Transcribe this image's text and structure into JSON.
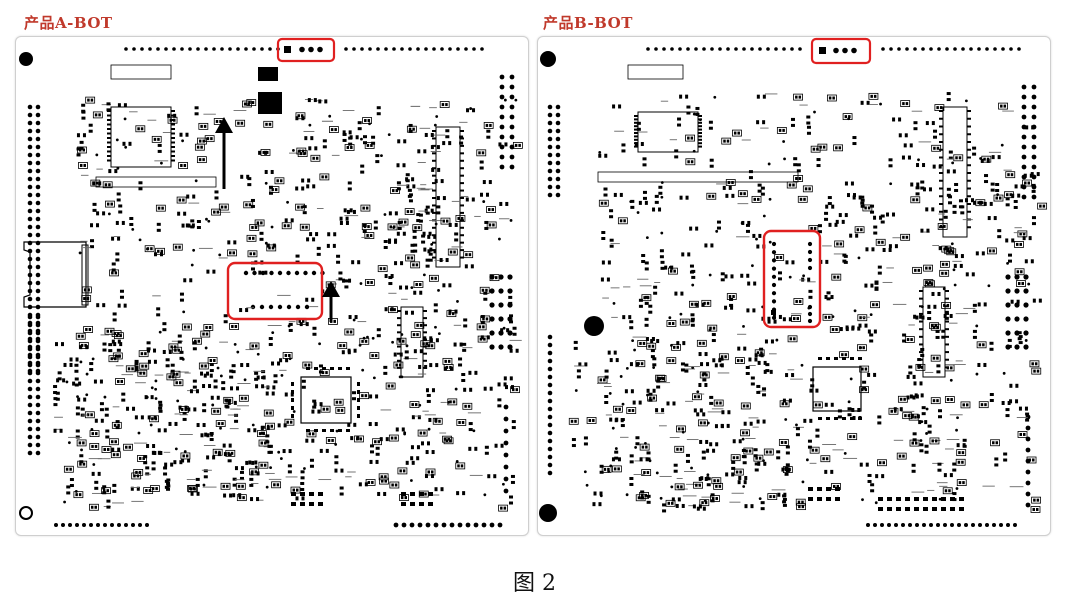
{
  "figure": {
    "caption": "图 2"
  },
  "boards": [
    {
      "title": "产品A-BOT"
    },
    {
      "title": "产品B-BOT"
    }
  ],
  "colors": {
    "title": "#c0392b",
    "highlight": "#e02020",
    "ink": "#000000",
    "board_border": "#cfcfcf"
  },
  "annotations": {
    "board_a_highlights": [
      "top-connector",
      "middle-component"
    ],
    "board_a_arrows": [
      "arrow-up-left",
      "arrow-up-middle"
    ],
    "board_b_highlights": [
      "top-connector",
      "middle-component"
    ]
  }
}
